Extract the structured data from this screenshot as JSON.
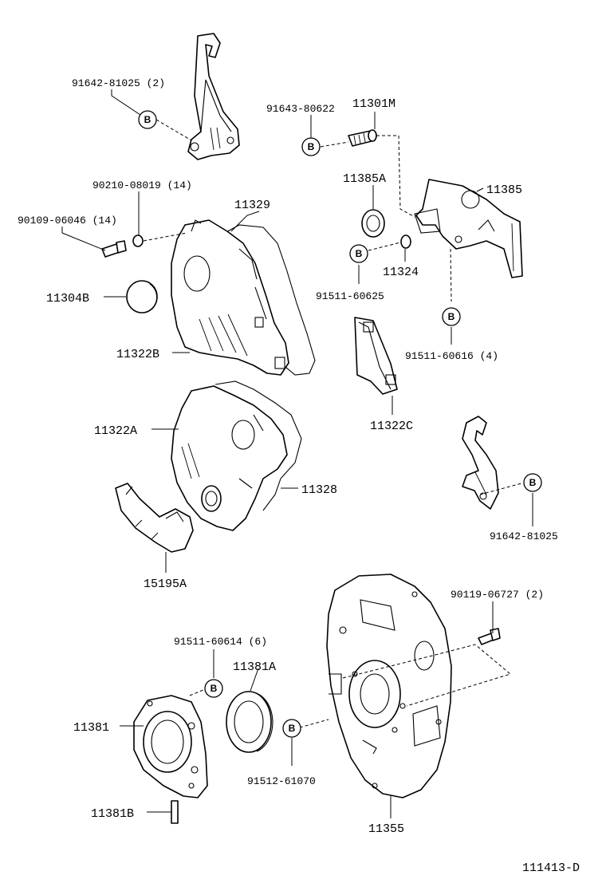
{
  "labels": {
    "p91642_81025_2": "91642-81025 (2)",
    "p91643_80622": "91643-80622",
    "p11301M": "11301M",
    "p90210_08019": "90210-08019 (14)",
    "p11329": "11329",
    "p11385A": "11385A",
    "p11385": "11385",
    "p90109_06046": "90109-06046 (14)",
    "p11304B": "11304B",
    "p11324": "11324",
    "p91511_60625": "91511-60625",
    "p91511_60616": "91511-60616 (4)",
    "p11322B": "11322B",
    "p11322C": "11322C",
    "p11322A": "11322A",
    "p11328": "11328",
    "p91642_81025": "91642-81025",
    "p15195A": "15195A",
    "p90119_06727": "90119-06727 (2)",
    "p91511_60614": "91511-60614 (6)",
    "p11381A": "11381A",
    "p11381": "11381",
    "p91512_61070": "91512-61070",
    "p11381B": "11381B",
    "p11355": "11355",
    "figure_code": "111413-D"
  },
  "reference_marker": "B"
}
